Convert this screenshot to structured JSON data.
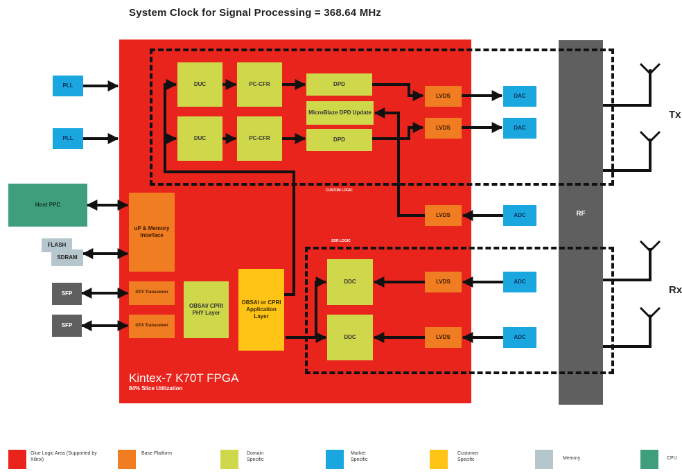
{
  "title": "System Clock for Signal Processing = 368.64 MHz",
  "fpga": {
    "name": "Kintex-7 K70T FPGA",
    "utilization": "84% Slice Utilization"
  },
  "zones": {
    "tx": "CUSTOM LOGIC",
    "rx": "SDR LOGIC"
  },
  "sides": {
    "tx": "Tx",
    "rx": "Rx"
  },
  "blocks": {
    "pll1": "PLL",
    "pll2": "PLL",
    "host": "Host PPC",
    "flash": "FLASH",
    "sdram": "SDRAM",
    "sfp1": "SFP",
    "sfp2": "SFP",
    "up_mem": "uP & Memory Interface",
    "gtx1": "GTX Transceiver",
    "gtx2": "GTX Transceiver",
    "phy": "OBSAI/ CPRI PHY Layer",
    "app": "OBSAI or CPRI Application Layer",
    "duc1": "DUC",
    "duc2": "DUC",
    "pccfr1": "PC-CFR",
    "pccfr2": "PC-CFR",
    "dpd1": "DPD",
    "dpd2": "DPD",
    "microblaze": "MicroBlaze DPD Update",
    "lvds_tx1": "LVDS",
    "lvds_tx2": "LVDS",
    "lvds_fb": "LVDS",
    "lvds_rx1": "LVDS",
    "lvds_rx2": "LVDS",
    "dac1": "DAC",
    "dac2": "DAC",
    "adc_fb": "ADC",
    "adc1": "ADC",
    "adc2": "ADC",
    "ddc1": "DDC",
    "ddc2": "DDC",
    "rf": "RF"
  },
  "legend": [
    {
      "label": "Glue Logic Area (Supported by Xilinx)",
      "color": "#e8241c"
    },
    {
      "label": "Base Platform",
      "color": "#f07d22"
    },
    {
      "label": "Domain Specific",
      "color": "#cfd74a"
    },
    {
      "label": "Market Specific",
      "color": "#1aa7e0"
    },
    {
      "label": "Customer Specific",
      "color": "#ffc416"
    },
    {
      "label": "Memory",
      "color": "#b6c6cd"
    },
    {
      "label": "CPU",
      "color": "#3f9e7c"
    }
  ]
}
